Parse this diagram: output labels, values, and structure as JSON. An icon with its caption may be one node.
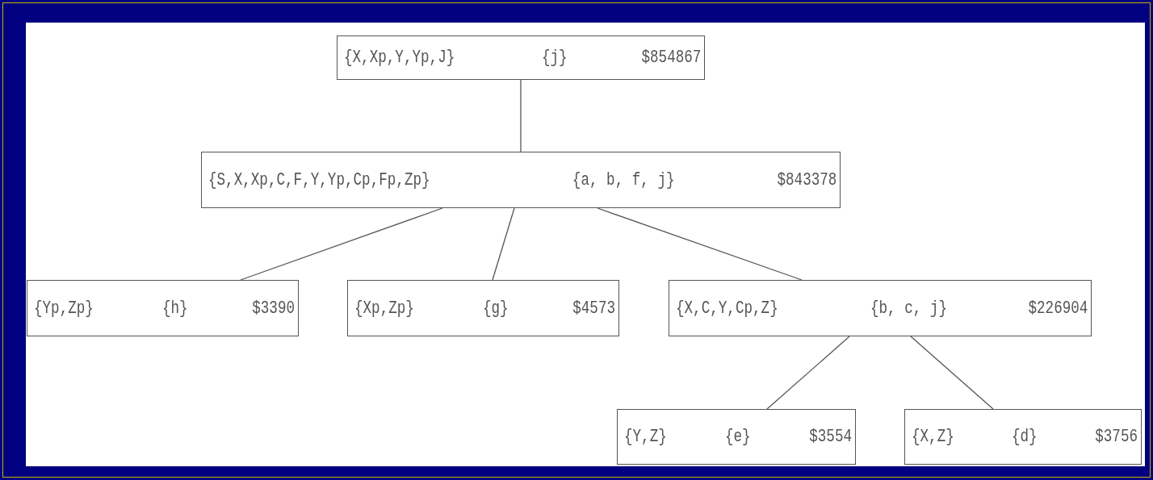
{
  "diagram": {
    "nodes": [
      {
        "text": [
          "{X,Xp,Y,Yp,J}",
          "{j}",
          "$854867"
        ]
      },
      {
        "text": [
          "{S,X,Xp,C,F,Y,Yp,Cp,Fp,Zp}",
          "{a, b, f, j}",
          "$843378"
        ]
      },
      {
        "text": [
          "{Yp,Zp}",
          "{h}",
          "$3390"
        ]
      },
      {
        "text": [
          "{Xp,Zp}",
          "{g}",
          "$4573"
        ]
      },
      {
        "text": [
          "{X,C,Y,Cp,Z}",
          "{b, c, j}",
          "$226904"
        ]
      },
      {
        "text": [
          "{Y,Z}",
          "{e}",
          "$3554"
        ]
      },
      {
        "text": [
          "{X,Z}",
          "{d}",
          "$3756"
        ]
      }
    ],
    "edges": [
      {
        "from": 0,
        "to": 1,
        "arrow": "none"
      },
      {
        "from": 1,
        "to": 2,
        "arrow": "none"
      },
      {
        "from": 1,
        "to": 3,
        "arrow": "none"
      },
      {
        "from": 1,
        "to": 4,
        "arrow": "none"
      },
      {
        "from": 4,
        "to": 5,
        "arrow": "none"
      },
      {
        "from": 4,
        "to": 6,
        "arrow": "none"
      }
    ]
  }
}
